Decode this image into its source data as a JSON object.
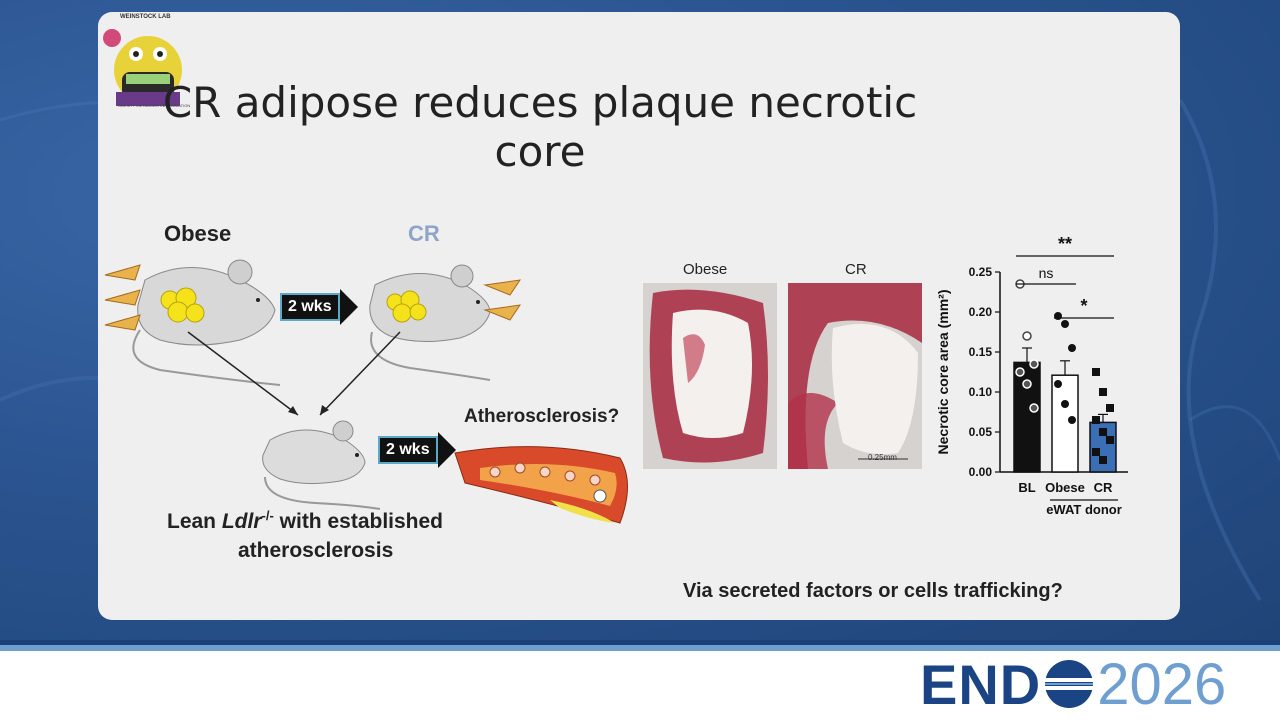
{
  "slide": {
    "title": "CR adipose reduces plaque necrotic core",
    "question": "Via secreted factors or cells trafficking?"
  },
  "lab_logo": {
    "name": "WEINSTOCK LAB",
    "subtitle": "OBESITY METABOLIC INFLAMMATION"
  },
  "diagram": {
    "obese_label": "Obese",
    "cr_label": "CR",
    "arrow1_label": "2 wks",
    "arrow2_label": "2 wks",
    "athero_label": "Atherosclerosis?",
    "lean_line1_pre": "Lean ",
    "lean_line1_gene": "Ldlr",
    "lean_line1_sup": "-/-",
    "lean_line1_post": " with established",
    "lean_line2": "atherosclerosis"
  },
  "histology": {
    "left_label": "Obese",
    "right_label": "CR",
    "scale_bar": "0.25mm"
  },
  "chart_data": {
    "type": "bar",
    "categories": [
      "BL",
      "Obese",
      "CR"
    ],
    "values": [
      0.137,
      0.121,
      0.062
    ],
    "errors": [
      0.018,
      0.018,
      0.01
    ],
    "ylabel": "Necrotic core area (mm²)",
    "ylim": [
      0,
      0.25
    ],
    "yticks": [
      "0.00",
      "0.05",
      "0.10",
      "0.15",
      "0.20",
      "0.25"
    ],
    "group_label": "eWAT donor",
    "points": {
      "BL": [
        0.235,
        0.17,
        0.135,
        0.125,
        0.11,
        0.08
      ],
      "Obese": [
        0.195,
        0.185,
        0.155,
        0.11,
        0.085,
        0.065
      ],
      "CR": [
        0.125,
        0.1,
        0.08,
        0.065,
        0.05,
        0.04,
        0.025,
        0.015
      ]
    },
    "significance": [
      {
        "label": "**",
        "from": "BL",
        "to": "CR"
      },
      {
        "label": "ns",
        "from": "BL",
        "to": "Obese"
      },
      {
        "label": "*",
        "from": "Obese",
        "to": "CR"
      }
    ]
  },
  "footer": {
    "brand": "END",
    "year": "2026"
  }
}
